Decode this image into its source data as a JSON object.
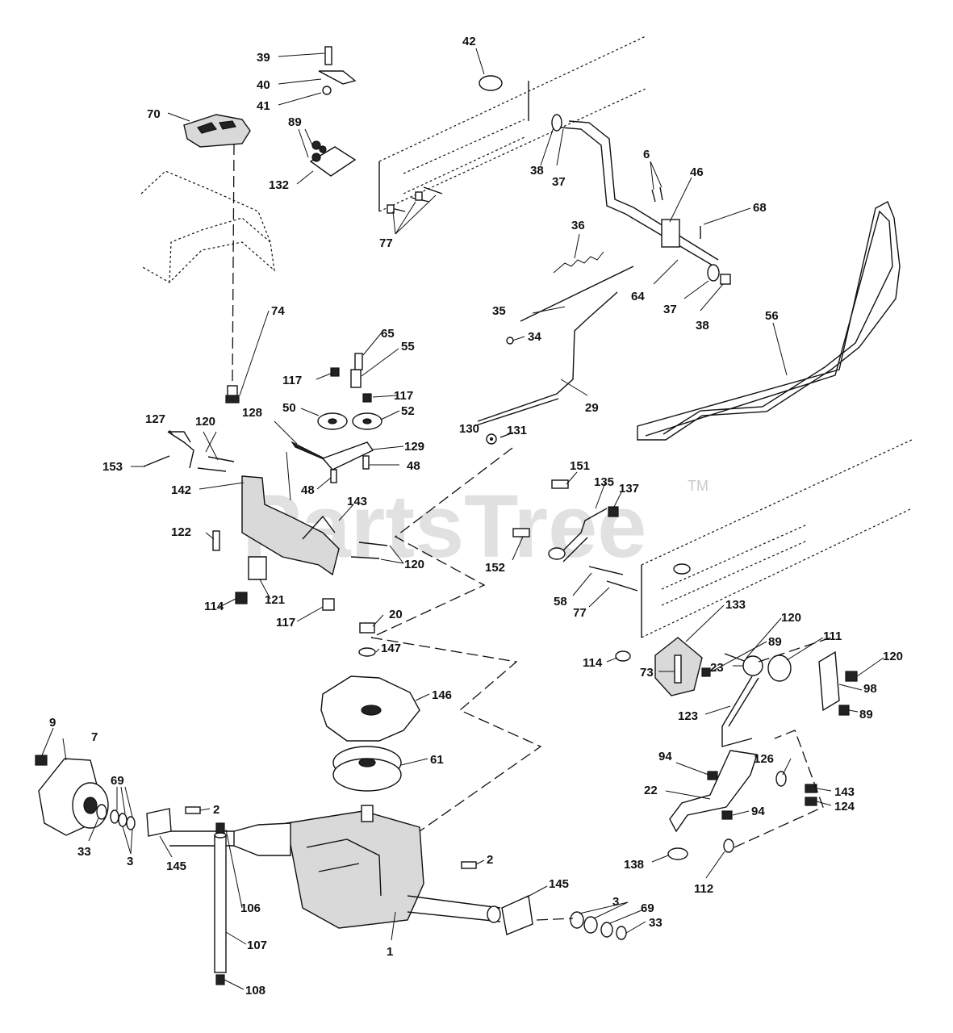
{
  "watermark": {
    "text": "PartsTree",
    "mark": "TM"
  },
  "callouts": {
    "c1": "1",
    "c2a": "2",
    "c2b": "2",
    "c3a": "3",
    "c3b": "3",
    "c6": "6",
    "c7": "7",
    "c9": "9",
    "c20": "20",
    "c22": "22",
    "c23": "23",
    "c29": "29",
    "c33a": "33",
    "c33b": "33",
    "c34": "34",
    "c35": "35",
    "c36": "36",
    "c37a": "37",
    "c37b": "37",
    "c38a": "38",
    "c38b": "38",
    "c39": "39",
    "c40": "40",
    "c41": "41",
    "c42": "42",
    "c46": "46",
    "c48a": "48",
    "c48b": "48",
    "c50": "50",
    "c52": "52",
    "c55": "55",
    "c56": "56",
    "c58": "58",
    "c61": "61",
    "c64": "64",
    "c65": "65",
    "c68": "68",
    "c69a": "69",
    "c69b": "69",
    "c70": "70",
    "c73": "73",
    "c74": "74",
    "c77a": "77",
    "c77b": "77",
    "c89a": "89",
    "c89b": "89",
    "c89c": "89",
    "c94a": "94",
    "c94b": "94",
    "c98": "98",
    "c106": "106",
    "c107": "107",
    "c108": "108",
    "c111": "111",
    "c112": "112",
    "c114a": "114",
    "c114b": "114",
    "c117a": "117",
    "c117b": "117",
    "c117c": "117",
    "c120a": "120",
    "c120b": "120",
    "c120c": "120",
    "c120d": "120",
    "c121": "121",
    "c122": "122",
    "c123": "123",
    "c124": "124",
    "c126": "126",
    "c127": "127",
    "c128": "128",
    "c129": "129",
    "c130": "130",
    "c131": "131",
    "c132": "132",
    "c133": "133",
    "c135": "135",
    "c137": "137",
    "c138": "138",
    "c142": "142",
    "c143a": "143",
    "c143b": "143",
    "c145a": "145",
    "c145b": "145",
    "c146": "146",
    "c147": "147",
    "c151": "151",
    "c152": "152",
    "c153": "153"
  }
}
